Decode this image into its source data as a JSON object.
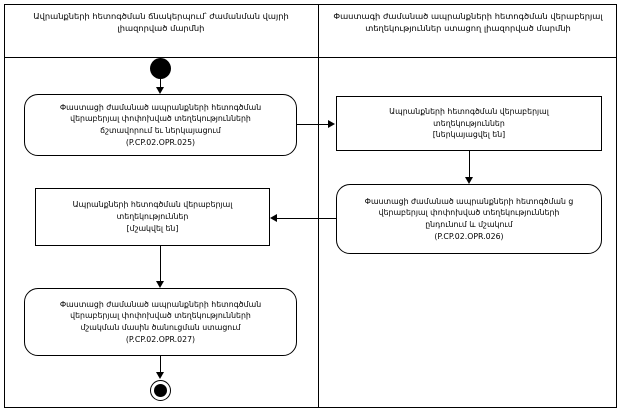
{
  "diagram": {
    "type": "activity-diagram",
    "swimlanes": [
      {
        "id": "left",
        "title": "Ավրանքների հետոգծման ճնակերպում՝ ժամանման վայրի լիազորված մարմնի"
      },
      {
        "id": "right",
        "title": "Փաստագի ժամանած ապրանքների հետոգծման վերաբերյալ տեղեկություններ ստացող լիազորված մարմնի"
      }
    ],
    "nodes": [
      {
        "id": "start",
        "kind": "initial-node",
        "lane": "left",
        "label": ""
      },
      {
        "id": "activity-1",
        "kind": "activity",
        "lane": "left",
        "label": "Փաստացի ժամանած ապրանքների հետոգծման\nվերաբերյալ փոփոխված տեղեկությունների\nճշտավորում եւ ներկայացում\n(P.CP.02.OPR.025)"
      },
      {
        "id": "object-1",
        "kind": "object",
        "lane": "right",
        "label": "Ապրանքների հետոգծման վերաբերյալ\nտեղեկություններ\n[ներկայացվել են]"
      },
      {
        "id": "activity-2",
        "kind": "activity",
        "lane": "right",
        "label": "Փաստացի ժամանած ապրանքների հետոգծման ց\nվերաբերյալ փոփոխված տեղեկությունների\nընդունում և մշակում\n(P.CP.02.OPR.026)"
      },
      {
        "id": "object-2",
        "kind": "object",
        "lane": "left",
        "label": "Ապրանքների հետոգծման վերաբերյալ\nտեղեկություններ\n[մշակվել են]"
      },
      {
        "id": "activity-3",
        "kind": "activity",
        "lane": "left",
        "label": "Փաստացի ժամանած ապրանքների հետոգծման\nվերաբերյալ փոփոխված տեղեկությունների\nմշակման մասին ծանուցման ստացում\n(P.CP.02.OPR.027)"
      },
      {
        "id": "end",
        "kind": "final-node",
        "lane": "left",
        "label": ""
      }
    ],
    "edges": [
      {
        "from": "start",
        "to": "activity-1",
        "direction": "down"
      },
      {
        "from": "activity-1",
        "to": "object-1",
        "direction": "right"
      },
      {
        "from": "object-1",
        "to": "activity-2",
        "direction": "down"
      },
      {
        "from": "activity-2",
        "to": "object-2",
        "direction": "left"
      },
      {
        "from": "object-2",
        "to": "activity-3",
        "direction": "down"
      },
      {
        "from": "activity-3",
        "to": "end",
        "direction": "down"
      }
    ],
    "colors": {
      "line": "#000000",
      "background": "#ffffff",
      "node_fill": "#ffffff"
    }
  }
}
